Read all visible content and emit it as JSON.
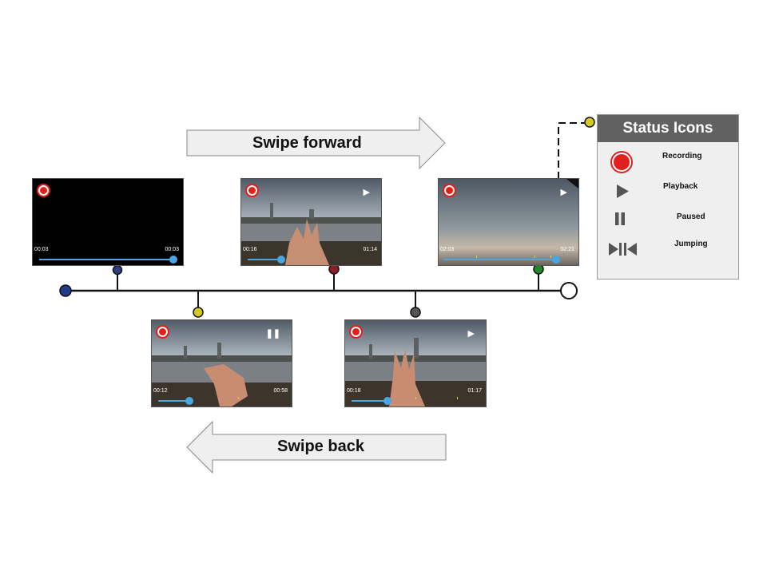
{
  "arrows": {
    "forward_label": "Swipe forward",
    "back_label": "Swipe back"
  },
  "timeline": {
    "node_colors": [
      "#1f3b8a",
      "#2b3f80",
      "#d7c91e",
      "#8b1e2a",
      "#555555",
      "#1f8a2a",
      "#d7c91e"
    ]
  },
  "frames": [
    {
      "id": "frame-1",
      "status_icon": "recording-icon",
      "time_left": "00:03",
      "time_right": "00:03",
      "progress": 1.0,
      "scene": "black"
    },
    {
      "id": "frame-2",
      "status_icon": "play-icon",
      "time_left": "00:16",
      "time_right": "01:14",
      "progress": 0.2,
      "scene": "city-hand"
    },
    {
      "id": "frame-3",
      "status_icon": "play-icon",
      "time_left": "02:03",
      "time_right": "02:21",
      "progress": 0.95,
      "scene": "sky"
    },
    {
      "id": "frame-4",
      "status_icon": "pause-icon",
      "time_left": "00:12",
      "time_right": "00:58",
      "progress": 0.2,
      "scene": "city-hand"
    },
    {
      "id": "frame-5",
      "status_icon": "play-icon",
      "time_left": "00:18",
      "time_right": "01:17",
      "progress": 0.3,
      "scene": "city-hand"
    }
  ],
  "legend": {
    "title": "Status Icons",
    "items": [
      {
        "icon": "recording-icon",
        "label": "Recording"
      },
      {
        "icon": "playback-icon",
        "label": "Playback"
      },
      {
        "icon": "paused-icon",
        "label": "Paused"
      },
      {
        "icon": "jumping-icon",
        "label": "Jumping"
      }
    ]
  },
  "colors": {
    "recording": "#e0201c",
    "progress": "#4aa6e0",
    "legend_header": "#616161"
  }
}
